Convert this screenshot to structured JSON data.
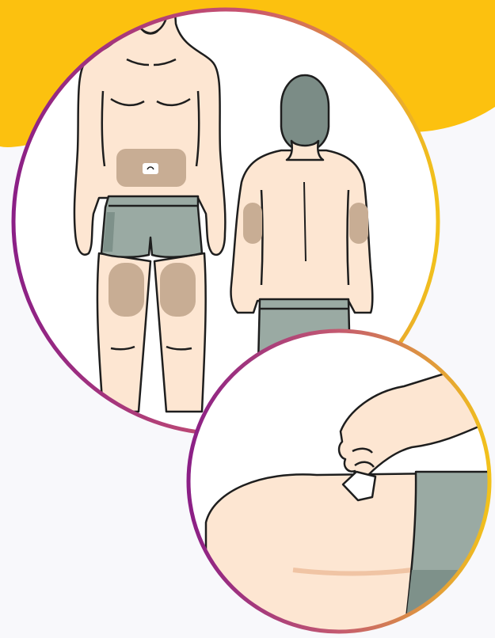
{
  "colors": {
    "background": "#f8f8fb",
    "accent_yellow": "#fcc10f",
    "ring_purple": "#8b1f86",
    "ring_gold": "#f2c21b",
    "skin": "#fde6d2",
    "skin_shade": "#f5cdb0",
    "outline": "#1e1e1e",
    "injection_site": "#c8ad94",
    "shorts": "#9aaaa3",
    "shorts_dark": "#7e918a",
    "hair": "#7b8c86",
    "swab": "#ffffff"
  },
  "illustration": {
    "front_figure_icon": "body-front-icon",
    "back_figure_icon": "body-back-icon",
    "swab_icon": "alcohol-swab-icon",
    "injection_sites_front": [
      "abdomen",
      "left-thigh",
      "right-thigh"
    ],
    "injection_sites_back": [
      "left-upper-arm",
      "right-upper-arm"
    ]
  }
}
